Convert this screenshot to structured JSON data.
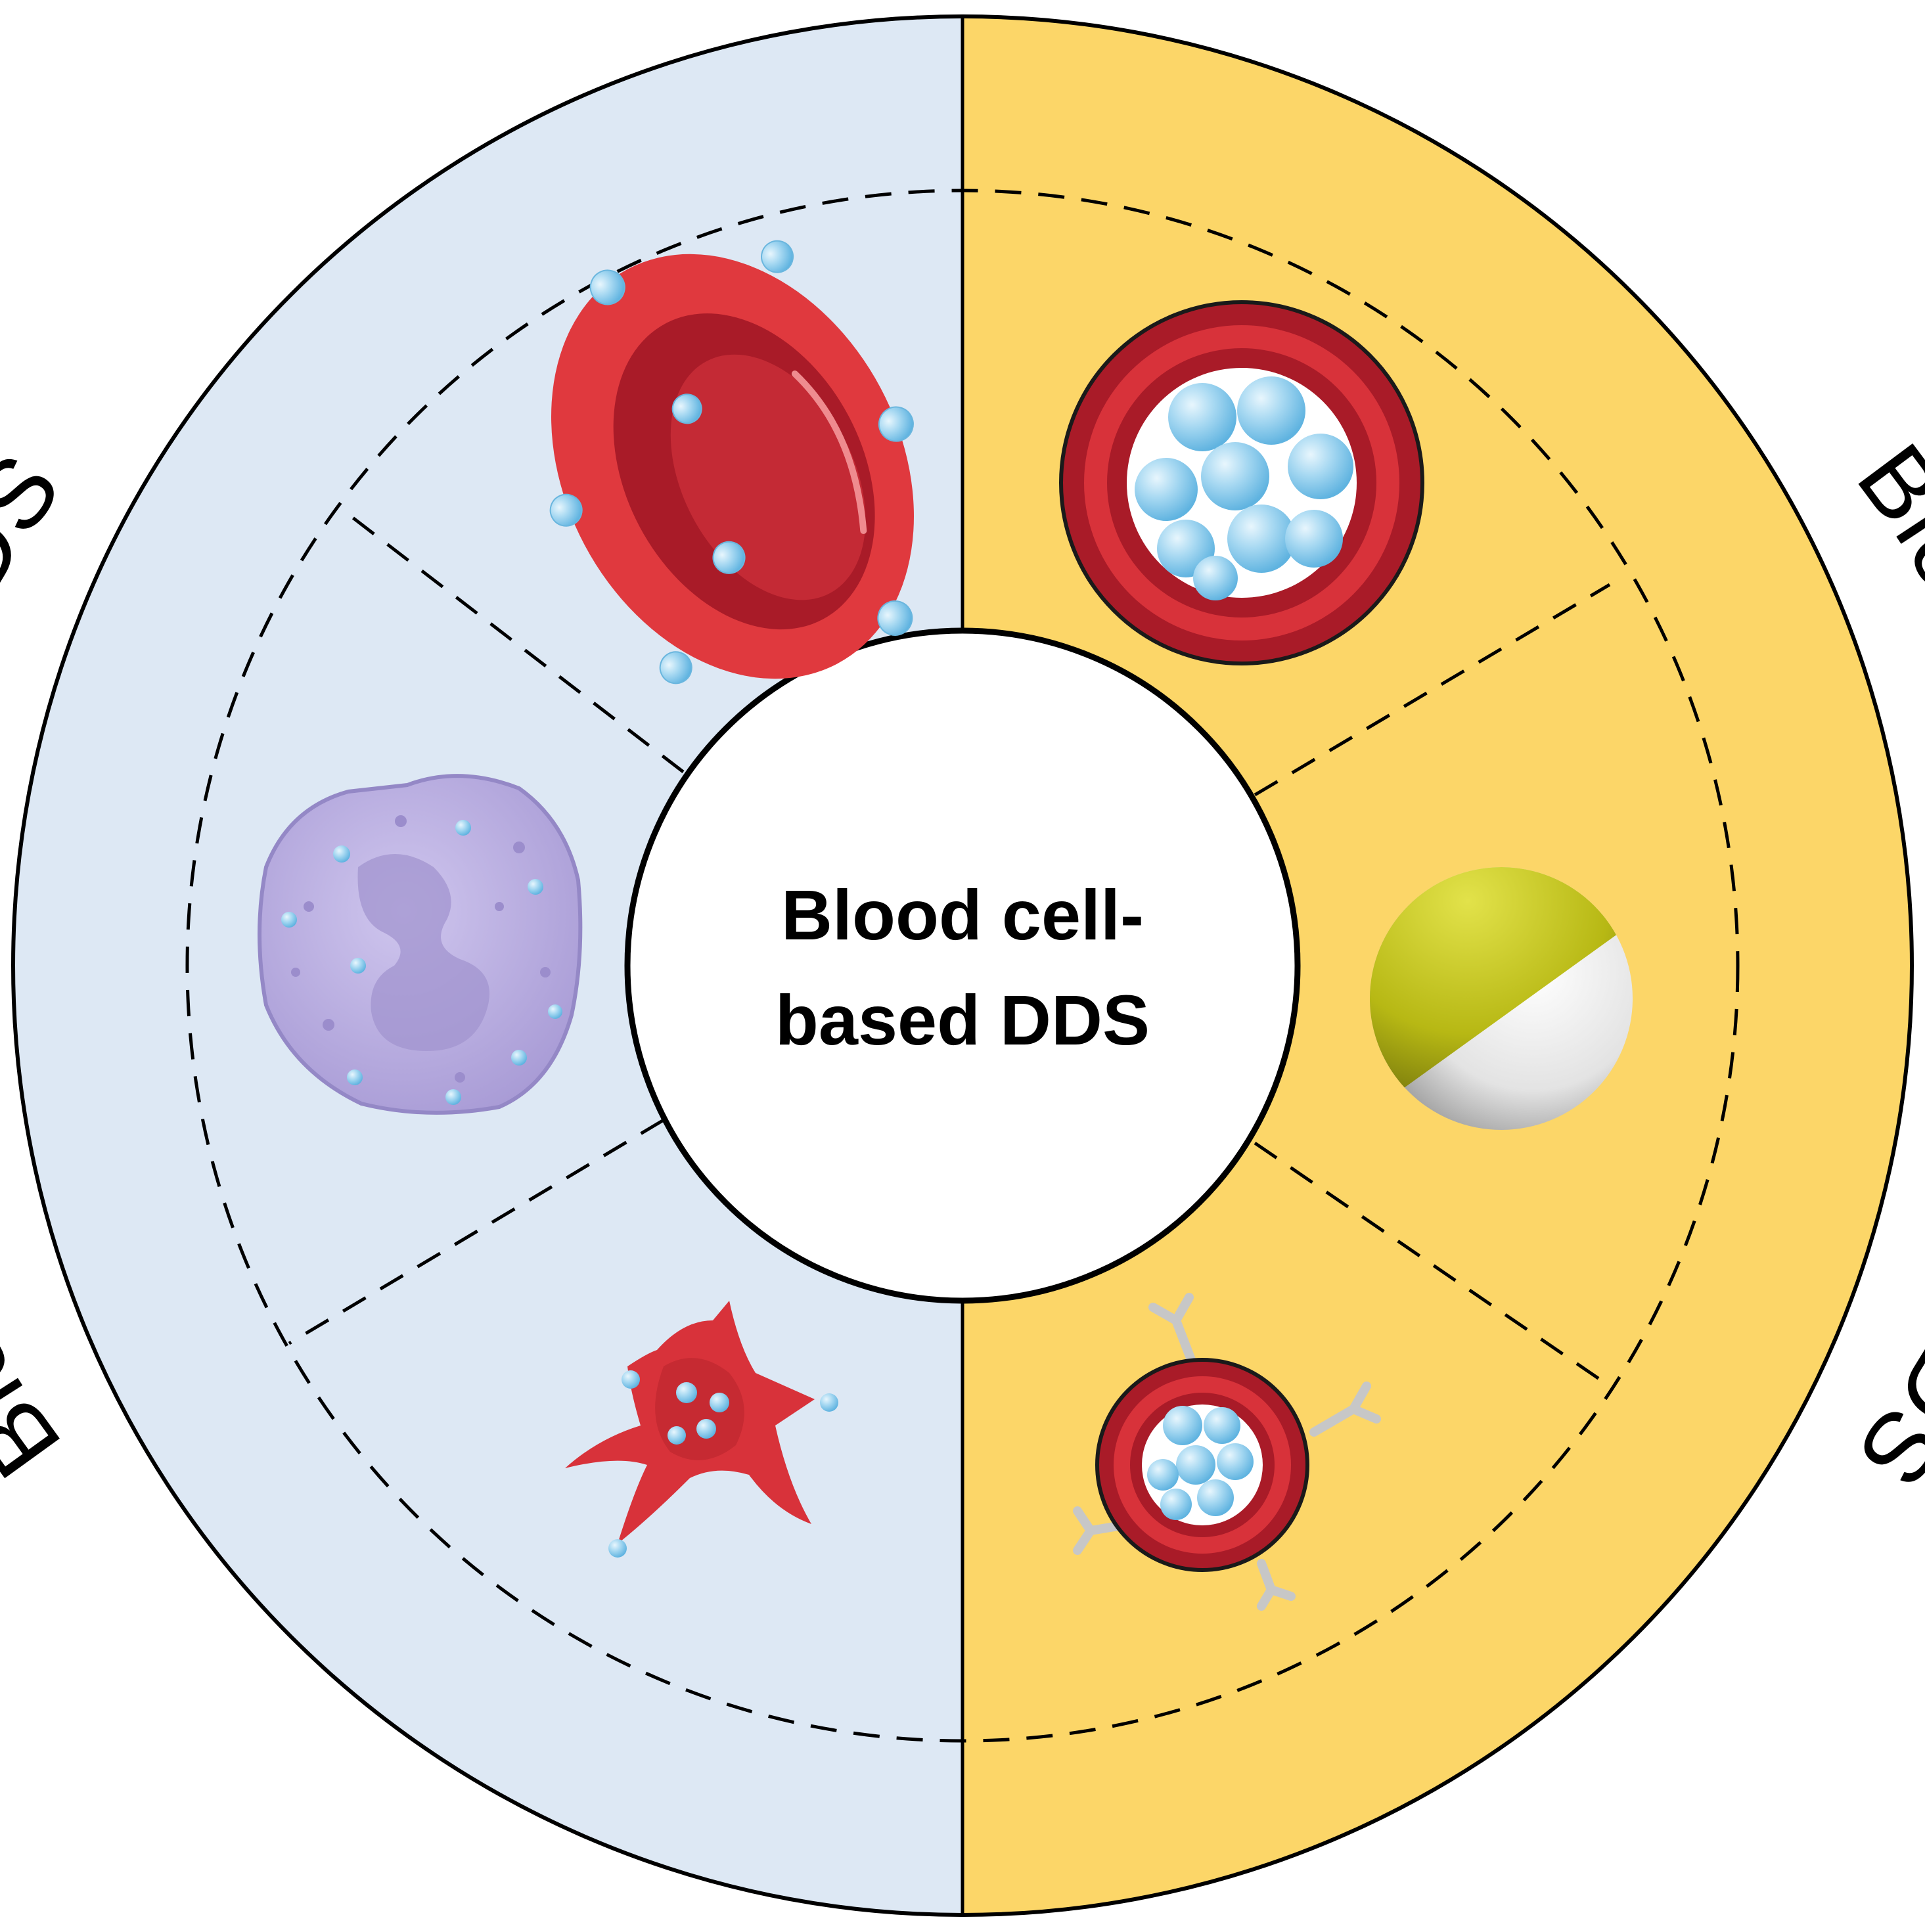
{
  "center": {
    "line1": "Blood cell-",
    "line2": "based DDS"
  },
  "left": {
    "label": "Blood cell-derived DDS",
    "color": "#dde8f4",
    "items": [
      {
        "icon": "red-blood-cell-icon"
      },
      {
        "icon": "white-blood-cell-icon"
      },
      {
        "icon": "platelet-icon"
      }
    ]
  },
  "right": {
    "label": "Blood cell-inspired DDS",
    "color": "#fcd668",
    "items": [
      {
        "icon": "membrane-coated-nanoparticle-icon"
      },
      {
        "icon": "janus-particle-icon"
      },
      {
        "icon": "antibody-coated-nanoparticle-icon"
      }
    ]
  },
  "colors": {
    "outline": "#000000",
    "cell_red": "#e0393e",
    "cell_dark_red": "#a91b28",
    "droplet": "#9ed3ef",
    "wbc": "#c3b9e6",
    "janus_yellow": "#bdbe16"
  }
}
